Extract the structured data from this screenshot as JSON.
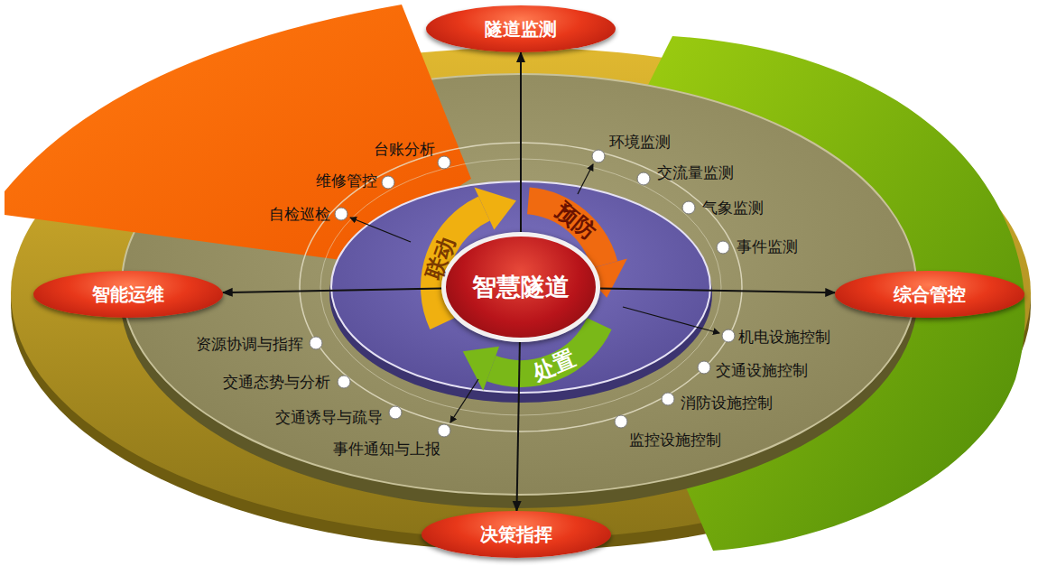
{
  "diagram": {
    "nodes": [
      {
        "text": [
          "隧道监测"
        ]
      },
      {
        "text": [
          "智能运维"
        ]
      },
      {
        "text": [
          "智慧隧道"
        ]
      },
      {
        "text": [
          "综合管控"
        ]
      },
      {
        "text": [
          "决策指挥"
        ]
      },
      {
        "text": [
          "联动"
        ]
      },
      {
        "text": [
          "预防"
        ]
      },
      {
        "text": [
          "处置"
        ]
      }
    ],
    "edges": [
      {
        "from": 2,
        "to": 0,
        "arrow": "to"
      },
      {
        "from": 2,
        "to": 1,
        "arrow": "to"
      },
      {
        "from": 2,
        "to": 3,
        "arrow": "to"
      },
      {
        "from": 2,
        "to": 4,
        "arrow": "to"
      }
    ],
    "labels": [
      "台账分析",
      "维修管控",
      "自检巡检",
      "环境监测",
      "交流量监测",
      "气象监测",
      "事件监测",
      "机电设施控制",
      "交通设施控制",
      "消防设施控制",
      "监控设施控制",
      "资源协调与指挥",
      "交通态势与分析",
      "交通诱导与疏导",
      "事件通知与上报"
    ]
  }
}
